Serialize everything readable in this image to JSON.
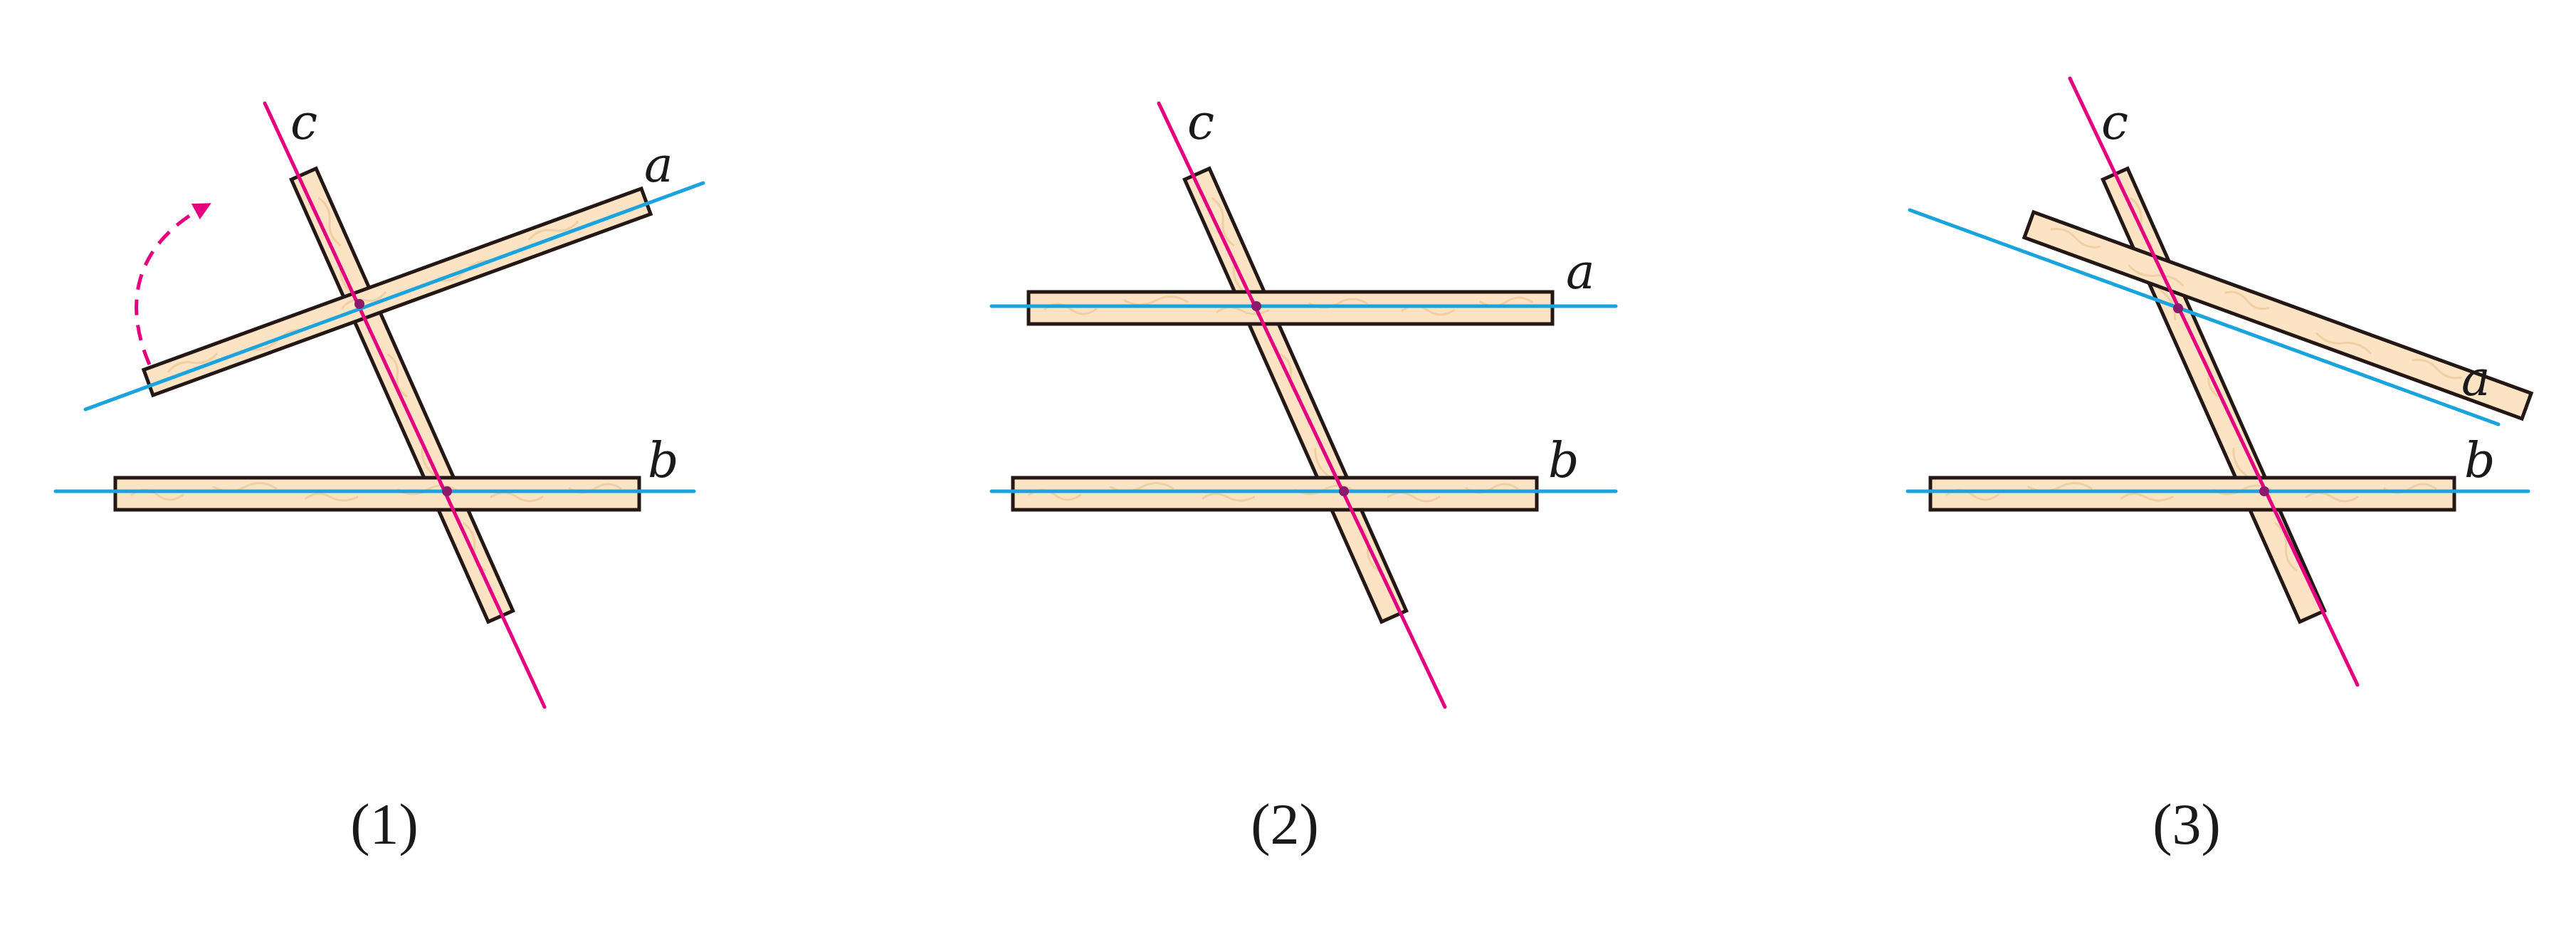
{
  "colors": {
    "stick_fill": "#fbe3c3",
    "stick_outline": "#231815",
    "line_a_b": "#1aa3dc",
    "line_c": "#e4007f",
    "rotation_arrow": "#e4007f"
  },
  "icons": {
    "rotation": "dashed-curved-arrow-icon"
  },
  "panels": [
    {
      "caption": "(1)",
      "labels": {
        "a": "a",
        "b": "b",
        "c": "c"
      },
      "a_tilt": "up-right"
    },
    {
      "caption": "(2)",
      "labels": {
        "a": "a",
        "b": "b",
        "c": "c"
      },
      "a_tilt": "parallel-to-b"
    },
    {
      "caption": "(3)",
      "labels": {
        "a": "a",
        "b": "b",
        "c": "c"
      },
      "a_tilt": "down-right"
    }
  ]
}
